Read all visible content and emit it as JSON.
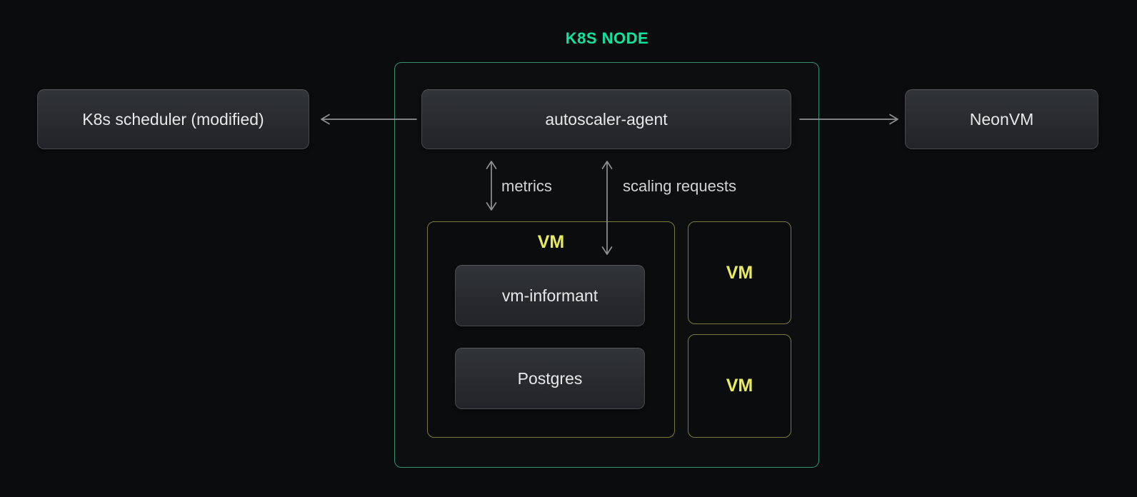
{
  "k8s_node": {
    "title": "K8S NODE"
  },
  "nodes": {
    "scheduler": {
      "label": "K8s scheduler (modified)"
    },
    "autoscaler": {
      "label": "autoscaler-agent"
    },
    "neonvm": {
      "label": "NeonVM"
    },
    "vm_informant": {
      "label": "vm-informant"
    },
    "postgres": {
      "label": "Postgres"
    }
  },
  "vm_groups": {
    "main": {
      "label": "VM"
    },
    "small_top": {
      "label": "VM"
    },
    "small_bottom": {
      "label": "VM"
    }
  },
  "edge_labels": {
    "metrics": "metrics",
    "scaling_requests": "scaling requests"
  },
  "colors": {
    "background": "#0b0c0e",
    "accent_green": "#12e2a0",
    "border_green": "#35936f",
    "accent_yellow": "#e9eb5e",
    "border_yellow": "#7a7a3d",
    "arrow_gray": "#8e9194",
    "box_fill_top": "#323538",
    "box_fill_bottom": "#222427",
    "box_border": "#47494d",
    "text_light": "#e7e8e9"
  }
}
